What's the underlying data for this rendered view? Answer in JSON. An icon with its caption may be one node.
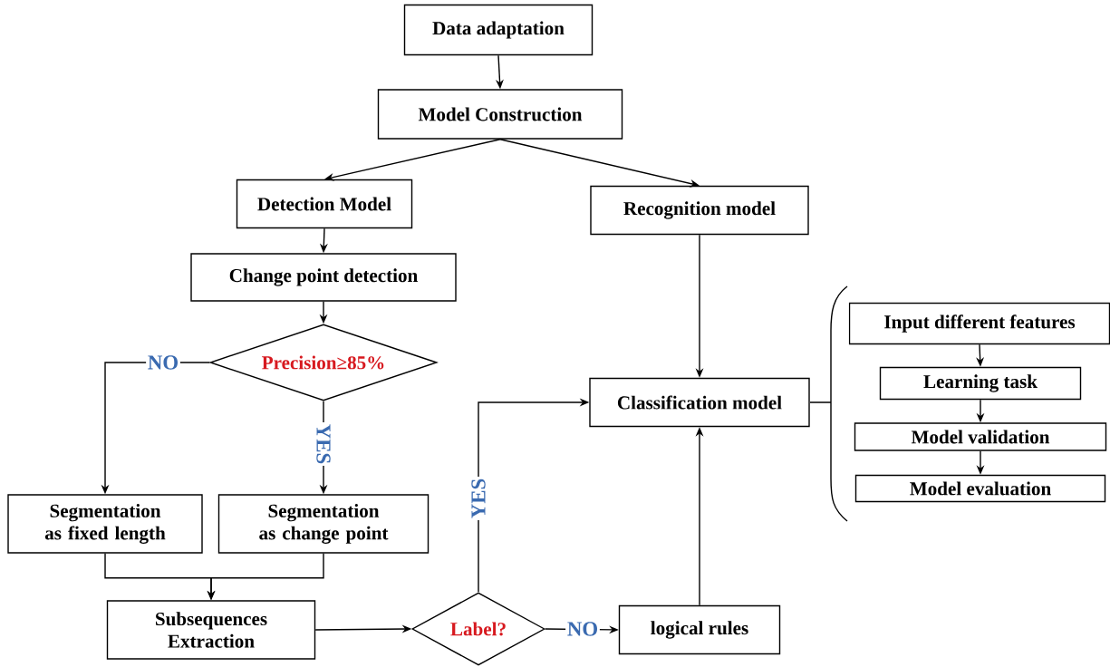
{
  "diagram": {
    "nodes": [
      {
        "text": [
          "Data adaptation"
        ]
      },
      {
        "text": [
          "Model Construction"
        ]
      },
      {
        "text": [
          "Detection Model"
        ]
      },
      {
        "text": [
          "Recognition model"
        ]
      },
      {
        "text": [
          "Change point detection"
        ]
      },
      {
        "text": [
          "Precision≥85%"
        ]
      },
      {
        "text": [
          "Segmentation as fixed length"
        ]
      },
      {
        "text": [
          "Segmentation as change point"
        ]
      },
      {
        "text": [
          "Subsequences Extraction"
        ]
      },
      {
        "text": [
          "Label?"
        ]
      },
      {
        "text": [
          "logical rules"
        ]
      },
      {
        "text": [
          "Classification model"
        ]
      },
      {
        "text": [
          "Input different features"
        ]
      },
      {
        "text": [
          "Learning task"
        ]
      },
      {
        "text": [
          "Model validation"
        ]
      },
      {
        "text": [
          "Model evaluation"
        ]
      }
    ],
    "edges": [
      {
        "from": 0,
        "to": 1,
        "arrow": "to"
      },
      {
        "from": 1,
        "to": 2,
        "arrow": "to"
      },
      {
        "from": 1,
        "to": 3,
        "arrow": "to"
      },
      {
        "from": 2,
        "to": 4,
        "arrow": "to"
      },
      {
        "from": 4,
        "to": 5,
        "arrow": "to"
      },
      {
        "from": 5,
        "to": 6,
        "arrow": "to",
        "label": "NO"
      },
      {
        "from": 5,
        "to": 7,
        "arrow": "to",
        "label": "YES"
      },
      {
        "from": 6,
        "to": 8,
        "arrow": "to"
      },
      {
        "from": 7,
        "to": 8,
        "arrow": "to"
      },
      {
        "from": 8,
        "to": 9,
        "arrow": "to"
      },
      {
        "from": 9,
        "to": 11,
        "arrow": "to",
        "label": "YES"
      },
      {
        "from": 9,
        "to": 10,
        "arrow": "to",
        "label": "NO"
      },
      {
        "from": 10,
        "to": 11,
        "arrow": "to"
      },
      {
        "from": 3,
        "to": 11,
        "arrow": "to"
      },
      {
        "from": 12,
        "to": 13,
        "arrow": "to"
      },
      {
        "from": 13,
        "to": 14,
        "arrow": "to"
      },
      {
        "from": 14,
        "to": 15,
        "arrow": "to"
      }
    ]
  }
}
